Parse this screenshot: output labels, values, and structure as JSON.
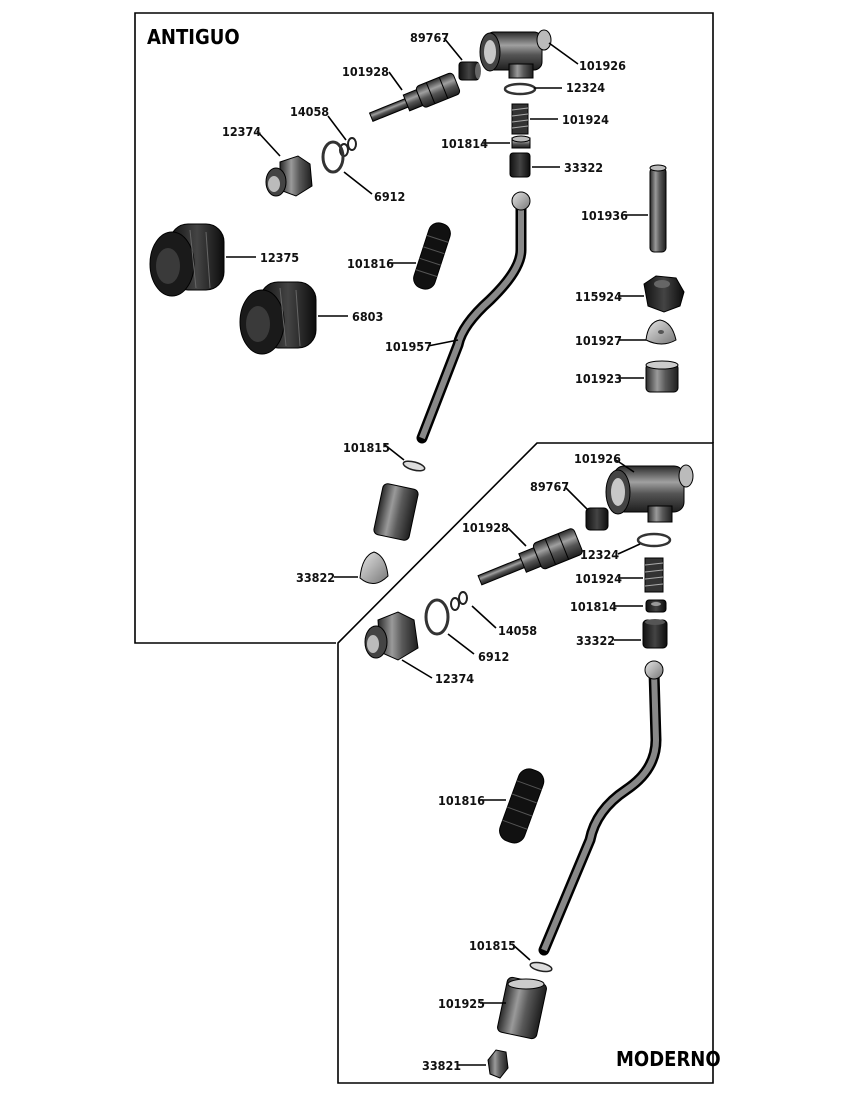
{
  "sections": {
    "antiguo": "ANTIGUO",
    "moderno": "MODERNO"
  },
  "antiguo_parts": {
    "p89767": "89767",
    "p101926": "101926",
    "p101928": "101928",
    "p12324": "12324",
    "p14058": "14058",
    "p101924": "101924",
    "p12374": "12374",
    "p101814": "101814",
    "p33322": "33322",
    "p6912": "6912",
    "p101936": "101936",
    "p12375": "12375",
    "p101816": "101816",
    "p115924": "115924",
    "p6803": "6803",
    "p101927": "101927",
    "p101957": "101957",
    "p101923": "101923",
    "p101815": "101815",
    "p33822": "33822"
  },
  "moderno_parts": {
    "p101926": "101926",
    "p89767": "89767",
    "p101928": "101928",
    "p12324": "12324",
    "p101924": "101924",
    "p101814": "101814",
    "p14058": "14058",
    "p33322": "33322",
    "p6912": "6912",
    "p12374": "12374",
    "p101816": "101816",
    "p101815": "101815",
    "p101925": "101925",
    "p33821": "33821"
  }
}
